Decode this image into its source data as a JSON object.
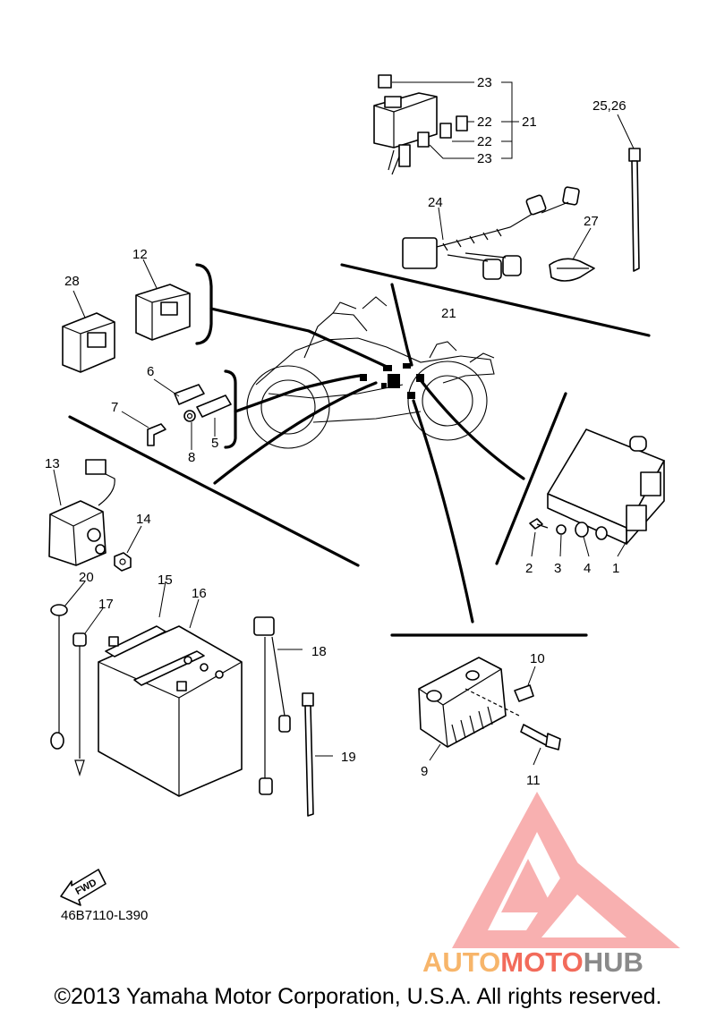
{
  "diagram": {
    "callouts": {
      "c23a": "23",
      "c22a": "22",
      "c21a": "21",
      "c22b": "22",
      "c23b": "23",
      "c2526": "25,26",
      "c24": "24",
      "c27": "27",
      "c21b": "21",
      "c12": "12",
      "c28": "28",
      "c6": "6",
      "c7": "7",
      "c8": "8",
      "c5": "5",
      "c13": "13",
      "c14": "14",
      "c20": "20",
      "c15": "15",
      "c16": "16",
      "c17": "17",
      "c18": "18",
      "c19": "19",
      "c10": "10",
      "c9": "9",
      "c11": "11",
      "c2": "2",
      "c3": "3",
      "c4": "4",
      "c1": "1"
    },
    "fwd_label": "FWD",
    "code": "46B7110-L390"
  },
  "watermark": {
    "part1": "AUTO",
    "part2": "MOTO",
    "part3": "HUB",
    "color1": "#f7b56a",
    "color2": "#f26b5b",
    "color3": "#8a8a8a",
    "triangle_color": "#f7a3a3"
  },
  "footer": {
    "copyright": "©2013 Yamaha Motor Corporation, U.S.A. All rights reserved."
  }
}
